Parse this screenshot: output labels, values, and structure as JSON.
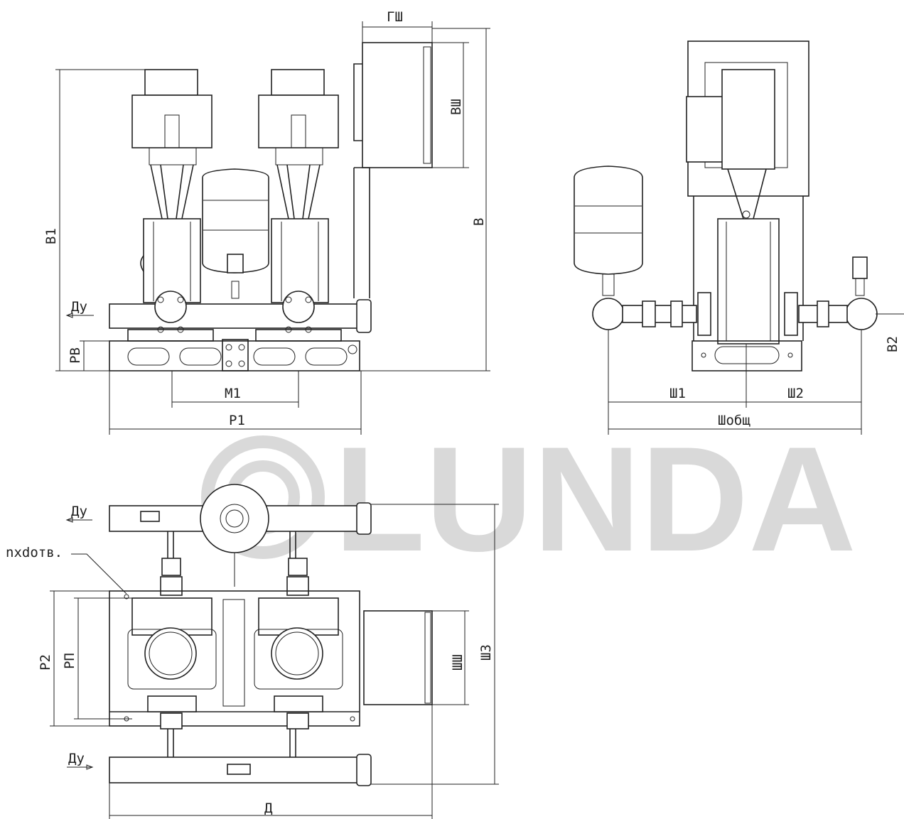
{
  "watermark": {
    "text": "LUNDA"
  },
  "front_view": {
    "labels": {
      "gsh": "ГШ",
      "vsh": "ВШ",
      "v": "В",
      "v1": "В1",
      "du": "Ду",
      "rv": "РВ",
      "m1": "М1",
      "r1": "Р1"
    }
  },
  "side_view": {
    "labels": {
      "sh1": "Ш1",
      "sh2": "Ш2",
      "shobsh": "Шобщ",
      "v2": "В2"
    }
  },
  "top_view": {
    "labels": {
      "du_top": "Ду",
      "du_bottom": "Ду",
      "holes": "nxdoтв.",
      "r2": "Р2",
      "rp": "РП",
      "shsh": "ШШ",
      "sh3": "Ш3",
      "d": "Д"
    }
  }
}
